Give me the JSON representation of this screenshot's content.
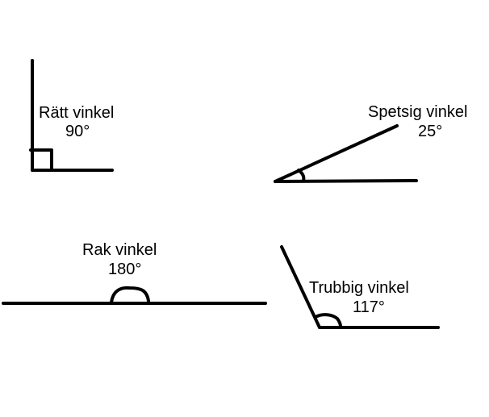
{
  "diagram": {
    "colors": {
      "stroke": "#000000",
      "background": "#ffffff"
    },
    "angles": [
      {
        "name": "Rätt vinkel",
        "value": "90°"
      },
      {
        "name": "Spetsig vinkel",
        "value": "25°"
      },
      {
        "name": "Rak vinkel",
        "value": "180°"
      },
      {
        "name": "Trubbig vinkel",
        "value": "117°"
      }
    ]
  }
}
